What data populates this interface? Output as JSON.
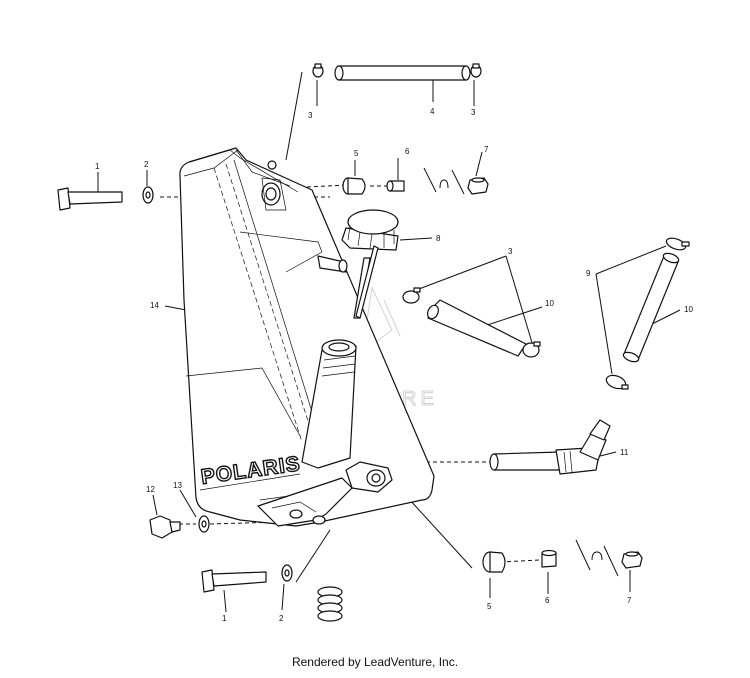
{
  "diagram": {
    "brand_text": "POLARIS",
    "watermark_text": "LEADVENTURE",
    "callouts": {
      "c1_top": "1",
      "c2_top": "2",
      "c3_topleft": "3",
      "c4": "4",
      "c3_topright": "3",
      "c5_top": "5",
      "c6_top": "6",
      "c7_top": "7",
      "c8": "8",
      "c3_mid": "3",
      "c10_mid": "10",
      "c9": "9",
      "c10_right": "10",
      "c14": "14",
      "c11": "11",
      "c12": "12",
      "c13": "13",
      "c1_bottom": "1",
      "c2_bottom": "2",
      "c5_bottom": "5",
      "c6_bottom": "6",
      "c7_bottom": "7"
    }
  },
  "footer": {
    "text": "Rendered by LeadVenture, Inc."
  }
}
